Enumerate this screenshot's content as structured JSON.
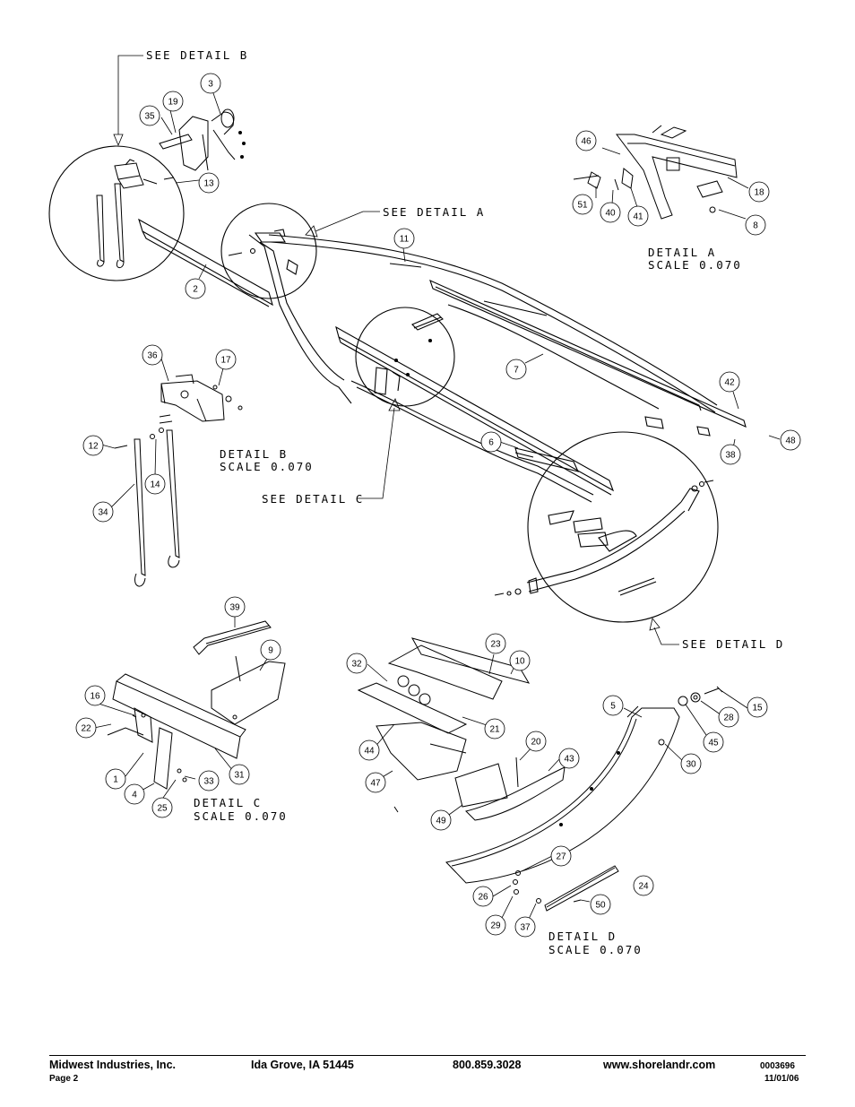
{
  "diagram": {
    "see_labels": {
      "detail_a": "SEE DETAIL  A",
      "detail_b": "SEE DETAIL  B",
      "detail_c": "SEE DETAIL  C",
      "detail_d": "SEE DETAIL  D"
    },
    "detail_titles": {
      "a": "DETAIL  A",
      "b": "DETAIL  B",
      "c": "DETAIL  C",
      "d": "DETAIL  D"
    },
    "scale_text": "SCALE  0.070",
    "callouts": [
      {
        "id": "cb19",
        "num": "19"
      },
      {
        "id": "cb3",
        "num": "3"
      },
      {
        "id": "cb35",
        "num": "35"
      },
      {
        "id": "cb13",
        "num": "13"
      },
      {
        "id": "cb2",
        "num": "2"
      },
      {
        "id": "cb11",
        "num": "11"
      },
      {
        "id": "cb46",
        "num": "46"
      },
      {
        "id": "cb18",
        "num": "18"
      },
      {
        "id": "cb51",
        "num": "51"
      },
      {
        "id": "cb40",
        "num": "40"
      },
      {
        "id": "cb41",
        "num": "41"
      },
      {
        "id": "cb8",
        "num": "8"
      },
      {
        "id": "cb7",
        "num": "7"
      },
      {
        "id": "cb42",
        "num": "42"
      },
      {
        "id": "cb36",
        "num": "36"
      },
      {
        "id": "cb17",
        "num": "17"
      },
      {
        "id": "cb12",
        "num": "12"
      },
      {
        "id": "cb14",
        "num": "14"
      },
      {
        "id": "cb34",
        "num": "34"
      },
      {
        "id": "cb6",
        "num": "6"
      },
      {
        "id": "cb38",
        "num": "38"
      },
      {
        "id": "cb48",
        "num": "48"
      },
      {
        "id": "cb39",
        "num": "39"
      },
      {
        "id": "cb9",
        "num": "9"
      },
      {
        "id": "cb16",
        "num": "16"
      },
      {
        "id": "cb22",
        "num": "22"
      },
      {
        "id": "cb1",
        "num": "1"
      },
      {
        "id": "cb4",
        "num": "4"
      },
      {
        "id": "cb25",
        "num": "25"
      },
      {
        "id": "cb33",
        "num": "33"
      },
      {
        "id": "cb31",
        "num": "31"
      },
      {
        "id": "cb32",
        "num": "32"
      },
      {
        "id": "cb23",
        "num": "23"
      },
      {
        "id": "cb10",
        "num": "10"
      },
      {
        "id": "cb21",
        "num": "21"
      },
      {
        "id": "cb44",
        "num": "44"
      },
      {
        "id": "cb20",
        "num": "20"
      },
      {
        "id": "cb47",
        "num": "47"
      },
      {
        "id": "cb43",
        "num": "43"
      },
      {
        "id": "cb49",
        "num": "49"
      },
      {
        "id": "cb5",
        "num": "5"
      },
      {
        "id": "cb15",
        "num": "15"
      },
      {
        "id": "cb28",
        "num": "28"
      },
      {
        "id": "cb45",
        "num": "45"
      },
      {
        "id": "cb30",
        "num": "30"
      },
      {
        "id": "cb27",
        "num": "27"
      },
      {
        "id": "cb24",
        "num": "24"
      },
      {
        "id": "cb26",
        "num": "26"
      },
      {
        "id": "cb50",
        "num": "50"
      },
      {
        "id": "cb29",
        "num": "29"
      },
      {
        "id": "cb37",
        "num": "37"
      }
    ]
  },
  "footer": {
    "company": "Midwest Industries, Inc.",
    "location": "Ida Grove, IA  51445",
    "phone": "800.859.3028",
    "website": "www.shorelandr.com",
    "page": "Page 2",
    "doc_number": "0003696",
    "date": "11/01/06"
  }
}
